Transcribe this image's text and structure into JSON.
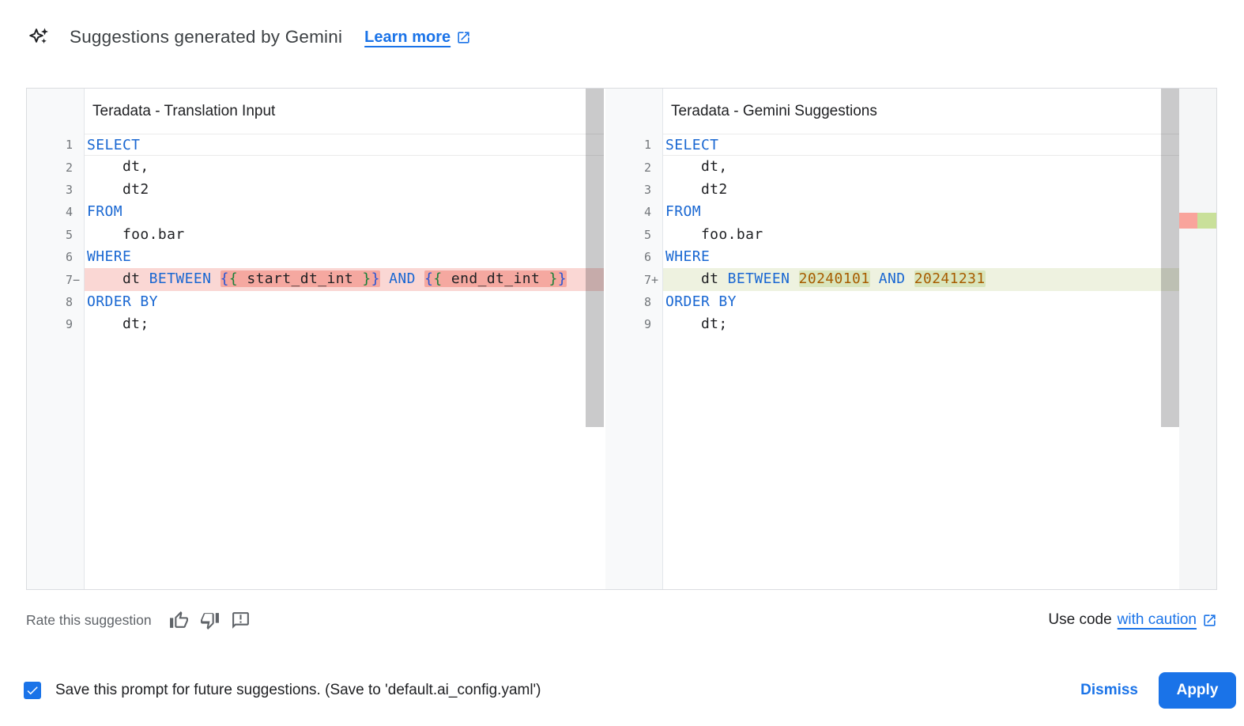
{
  "header": {
    "icon": "gemini-sparkle-icon",
    "title": "Suggestions generated by Gemini",
    "learn_more": {
      "label": "Learn more",
      "icon": "open-in-new-icon"
    }
  },
  "diff_view": {
    "left": {
      "title": "Teradata - Translation Input",
      "lines": [
        {
          "n": "1",
          "sign": "",
          "d": "current",
          "tokens": [
            {
              "t": "SELECT",
              "c": "kw"
            }
          ]
        },
        {
          "n": "2",
          "sign": "",
          "d": "",
          "tokens": [
            {
              "t": "    dt,",
              "c": "pl"
            }
          ]
        },
        {
          "n": "3",
          "sign": "",
          "d": "",
          "tokens": [
            {
              "t": "    dt2",
              "c": "pl"
            }
          ]
        },
        {
          "n": "4",
          "sign": "",
          "d": "",
          "tokens": [
            {
              "t": "FROM",
              "c": "kw"
            }
          ]
        },
        {
          "n": "5",
          "sign": "",
          "d": "",
          "tokens": [
            {
              "t": "    foo.bar",
              "c": "pl"
            }
          ]
        },
        {
          "n": "6",
          "sign": "",
          "d": "",
          "tokens": [
            {
              "t": "WHERE",
              "c": "kw"
            }
          ]
        },
        {
          "n": "7",
          "sign": "−",
          "d": "del",
          "tokens": [
            {
              "t": "    dt ",
              "c": "pl"
            },
            {
              "t": "BETWEEN",
              "c": "kw"
            },
            {
              "t": " ",
              "c": "pl"
            },
            {
              "hl": [
                {
                  "t": "{",
                  "c": "b1"
                },
                {
                  "t": "{",
                  "c": "b2"
                },
                {
                  "t": " start_dt_int ",
                  "c": "pl"
                },
                {
                  "t": "}",
                  "c": "b2"
                },
                {
                  "t": "}",
                  "c": "b1"
                }
              ]
            },
            {
              "t": " ",
              "c": "pl"
            },
            {
              "t": "AND",
              "c": "kw"
            },
            {
              "t": " ",
              "c": "pl"
            },
            {
              "hl": [
                {
                  "t": "{",
                  "c": "b1"
                },
                {
                  "t": "{",
                  "c": "b2"
                },
                {
                  "t": " end_dt_int ",
                  "c": "pl"
                },
                {
                  "t": "}",
                  "c": "b2"
                },
                {
                  "t": "}",
                  "c": "b1"
                }
              ]
            }
          ]
        },
        {
          "n": "8",
          "sign": "",
          "d": "",
          "tokens": [
            {
              "t": "ORDER BY",
              "c": "kw"
            }
          ]
        },
        {
          "n": "9",
          "sign": "",
          "d": "",
          "tokens": [
            {
              "t": "    dt;",
              "c": "pl"
            }
          ]
        }
      ]
    },
    "right": {
      "title": "Teradata - Gemini Suggestions",
      "lines": [
        {
          "n": "1",
          "sign": "",
          "d": "current",
          "tokens": [
            {
              "t": "SELECT",
              "c": "kw"
            }
          ]
        },
        {
          "n": "2",
          "sign": "",
          "d": "",
          "tokens": [
            {
              "t": "    dt,",
              "c": "pl"
            }
          ]
        },
        {
          "n": "3",
          "sign": "",
          "d": "",
          "tokens": [
            {
              "t": "    dt2",
              "c": "pl"
            }
          ]
        },
        {
          "n": "4",
          "sign": "",
          "d": "",
          "tokens": [
            {
              "t": "FROM",
              "c": "kw"
            }
          ]
        },
        {
          "n": "5",
          "sign": "",
          "d": "",
          "tokens": [
            {
              "t": "    foo.bar",
              "c": "pl"
            }
          ]
        },
        {
          "n": "6",
          "sign": "",
          "d": "",
          "tokens": [
            {
              "t": "WHERE",
              "c": "kw"
            }
          ]
        },
        {
          "n": "7",
          "sign": "+",
          "d": "add",
          "tokens": [
            {
              "t": "    dt ",
              "c": "pl"
            },
            {
              "t": "BETWEEN",
              "c": "kw"
            },
            {
              "t": " ",
              "c": "pl"
            },
            {
              "hl": [
                {
                  "t": "20240101",
                  "c": "num"
                }
              ]
            },
            {
              "t": " ",
              "c": "pl"
            },
            {
              "t": "AND",
              "c": "kw"
            },
            {
              "t": " ",
              "c": "pl"
            },
            {
              "hl": [
                {
                  "t": "20241231",
                  "c": "num"
                }
              ]
            }
          ]
        },
        {
          "n": "8",
          "sign": "",
          "d": "",
          "tokens": [
            {
              "t": "ORDER BY",
              "c": "kw"
            }
          ]
        },
        {
          "n": "9",
          "sign": "",
          "d": "",
          "tokens": [
            {
              "t": "    dt;",
              "c": "pl"
            }
          ]
        }
      ]
    }
  },
  "rate_bar": {
    "label": "Rate this suggestion",
    "icons": [
      "thumb-up-icon",
      "thumb-down-icon",
      "feedback-icon"
    ]
  },
  "use_code": {
    "prefix": "Use code",
    "link_label": "with caution",
    "icon": "open-in-new-icon"
  },
  "footer": {
    "save_checkbox": {
      "checked": true,
      "label": "Save this prompt for future suggestions. (Save to 'default.ai_config.yaml')"
    },
    "dismiss_label": "Dismiss",
    "apply_label": "Apply"
  },
  "colors": {
    "accent_blue": "#1a73e8",
    "keyword_blue": "#1967d2",
    "brace_green": "#188038",
    "number_orange": "#a75c00",
    "deleted_line_bg": "#fad7d4",
    "deleted_word_bg": "#f5a8a0",
    "added_line_bg": "#eef2e0",
    "added_word_bg": "#d9e5bc",
    "overview_deleted": "#f9a49c",
    "overview_added": "#c9e09a"
  }
}
